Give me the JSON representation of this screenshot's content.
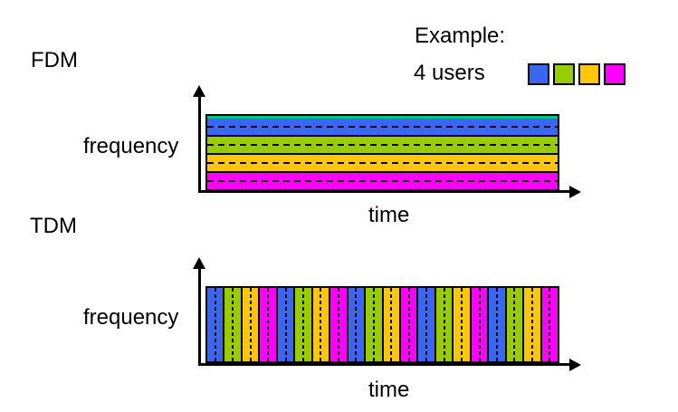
{
  "legend": {
    "title": "Example:",
    "subtitle": "4 users"
  },
  "colors": {
    "users": [
      "#3A66F2",
      "#99CC00",
      "#FFC60A",
      "#FF00FF"
    ],
    "teal_strip": "#00C783",
    "axis": "#000000",
    "background": "#FFFFFF"
  },
  "fdm": {
    "label": "FDM",
    "freq_label": "frequency",
    "time_label": "time",
    "bands": [
      0,
      1,
      2,
      3
    ]
  },
  "tdm": {
    "label": "TDM",
    "freq_label": "frequency",
    "time_label": "time",
    "pattern": [
      0,
      1,
      2,
      3
    ],
    "num_slots": 20
  }
}
